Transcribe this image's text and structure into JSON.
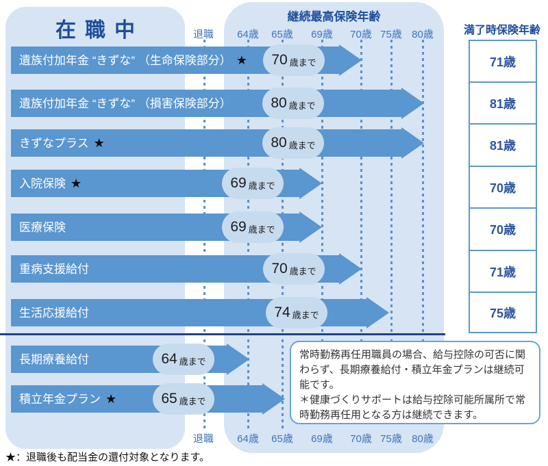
{
  "header": {
    "left_title": "在職中",
    "center_title": "継続最高保険年齢",
    "right_title": "満了時保険年齢"
  },
  "timeline": {
    "labels": [
      "退職",
      "64歳",
      "65歳",
      "69歳",
      "70歳",
      "75歳",
      "80歳"
    ]
  },
  "rows": [
    {
      "label": "遺族付加年金 “きずな” （生命保険部分）",
      "star": "★",
      "limit_age": "70",
      "limit_suffix": "歳まで",
      "maturity_age": "71歳"
    },
    {
      "label": "遺族付加年金 “きずな” （損害保険部分）",
      "star": "",
      "limit_age": "80",
      "limit_suffix": "歳まで",
      "maturity_age": "81歳"
    },
    {
      "label": "きずなプラス",
      "star": "★",
      "limit_age": "80",
      "limit_suffix": "歳まで",
      "maturity_age": "81歳"
    },
    {
      "label": "入院保険",
      "star": "★",
      "limit_age": "69",
      "limit_suffix": "歳まで",
      "maturity_age": "70歳"
    },
    {
      "label": "医療保険",
      "star": "",
      "limit_age": "69",
      "limit_suffix": "歳まで",
      "maturity_age": "70歳"
    },
    {
      "label": "重病支援給付",
      "star": "",
      "limit_age": "70",
      "limit_suffix": "歳まで",
      "maturity_age": "71歳"
    },
    {
      "label": "生活応援給付",
      "star": "",
      "limit_age": "74",
      "limit_suffix": "歳まで",
      "maturity_age": "75歳"
    },
    {
      "label": "長期療養給付",
      "star": "",
      "limit_age": "64",
      "limit_suffix": "歳まで",
      "maturity_age": ""
    },
    {
      "label": "積立年金プラン",
      "star": "★",
      "limit_age": "65",
      "limit_suffix": "歳まで",
      "maturity_age": ""
    }
  ],
  "note_box": {
    "text": "常時勤務再任用職員の場合、給与控除の可否に関わらず、長期療養給付・積立年金プランは継続可能です。\n＊健康づくりサポートは給与控除可能所属所で常時勤務再任用となる方は継続できます。"
  },
  "footnote": "★：退職後も配当金の還付対象となります。",
  "colors": {
    "bar_blue": "#5a96cf",
    "panel_light_blue": "#d6e4f4",
    "pill_light_blue": "#c7dbef",
    "navy_text": "#1e4e9c",
    "axis_label_blue": "#3c74bd",
    "gridline_blue": "#5d8fc9",
    "box_border_blue": "#5b97cf",
    "divider_navy": "#1f4288",
    "note_border_blue": "#6aa2d8"
  }
}
